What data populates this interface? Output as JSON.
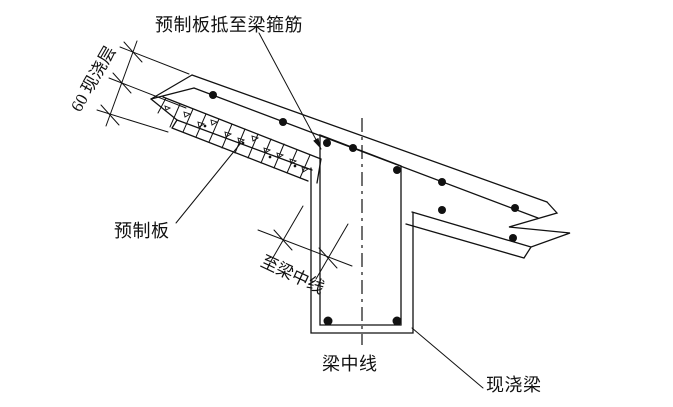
{
  "diagram": {
    "background": "#ffffff",
    "line_color": "#111111",
    "labels": {
      "slab_to_stirrup": "预制板抵至梁箍筋",
      "topping_dim": "60 现浇层",
      "precast_slab": "预制板",
      "to_beam_centerline": "至梁中线",
      "beam_centerline": "梁中线",
      "cast_in_place_beam": "现浇梁"
    }
  }
}
